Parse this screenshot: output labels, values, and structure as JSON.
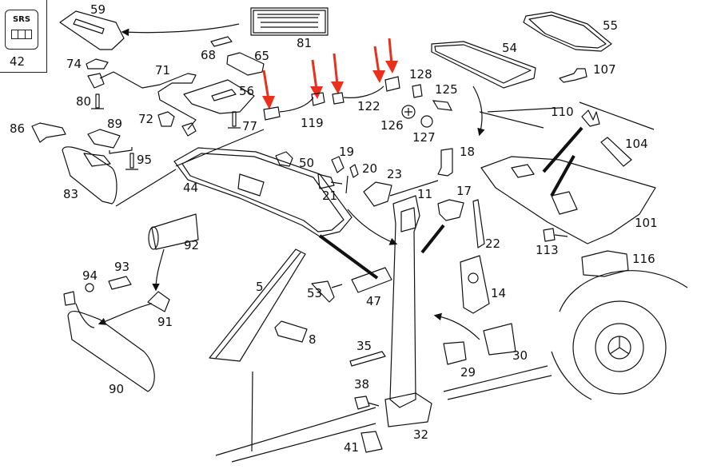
{
  "diagram": {
    "title": "Interior trim / headliner parts exploded view",
    "inset": {
      "badge_text": "SRS",
      "part_number": "42"
    },
    "part_labels": [
      {
        "id": "59",
        "text": "59"
      },
      {
        "id": "81",
        "text": "81"
      },
      {
        "id": "55",
        "text": "55"
      },
      {
        "id": "68",
        "text": "68"
      },
      {
        "id": "65",
        "text": "65"
      },
      {
        "id": "54",
        "text": "54"
      },
      {
        "id": "74",
        "text": "74"
      },
      {
        "id": "71",
        "text": "71"
      },
      {
        "id": "128",
        "text": "128"
      },
      {
        "id": "107",
        "text": "107"
      },
      {
        "id": "56",
        "text": "56"
      },
      {
        "id": "125",
        "text": "125"
      },
      {
        "id": "80",
        "text": "80"
      },
      {
        "id": "119",
        "text": "119"
      },
      {
        "id": "122",
        "text": "122"
      },
      {
        "id": "77",
        "text": "77"
      },
      {
        "id": "72",
        "text": "72"
      },
      {
        "id": "126",
        "text": "126"
      },
      {
        "id": "110",
        "text": "110"
      },
      {
        "id": "86",
        "text": "86"
      },
      {
        "id": "89",
        "text": "89"
      },
      {
        "id": "127",
        "text": "127"
      },
      {
        "id": "104",
        "text": "104"
      },
      {
        "id": "95",
        "text": "95"
      },
      {
        "id": "50",
        "text": "50"
      },
      {
        "id": "19",
        "text": "19"
      },
      {
        "id": "18",
        "text": "18"
      },
      {
        "id": "20",
        "text": "20"
      },
      {
        "id": "23",
        "text": "23"
      },
      {
        "id": "83",
        "text": "83"
      },
      {
        "id": "44",
        "text": "44"
      },
      {
        "id": "21",
        "text": "21"
      },
      {
        "id": "11",
        "text": "11"
      },
      {
        "id": "17",
        "text": "17"
      },
      {
        "id": "101",
        "text": "101"
      },
      {
        "id": "92",
        "text": "92"
      },
      {
        "id": "22",
        "text": "22"
      },
      {
        "id": "113",
        "text": "113"
      },
      {
        "id": "116",
        "text": "116"
      },
      {
        "id": "93",
        "text": "93"
      },
      {
        "id": "94",
        "text": "94"
      },
      {
        "id": "5",
        "text": "5"
      },
      {
        "id": "53",
        "text": "53"
      },
      {
        "id": "47",
        "text": "47"
      },
      {
        "id": "14",
        "text": "14"
      },
      {
        "id": "91",
        "text": "91"
      },
      {
        "id": "8",
        "text": "8"
      },
      {
        "id": "35",
        "text": "35"
      },
      {
        "id": "30",
        "text": "30"
      },
      {
        "id": "29",
        "text": "29"
      },
      {
        "id": "90",
        "text": "90"
      },
      {
        "id": "38",
        "text": "38"
      },
      {
        "id": "32",
        "text": "32"
      },
      {
        "id": "41",
        "text": "41"
      }
    ],
    "highlight_arrows": {
      "color": "#e8301c",
      "count": 5,
      "targets": [
        "119",
        "119",
        "122",
        "122",
        "122"
      ]
    },
    "line_color": "#111111",
    "background": "#ffffff"
  }
}
